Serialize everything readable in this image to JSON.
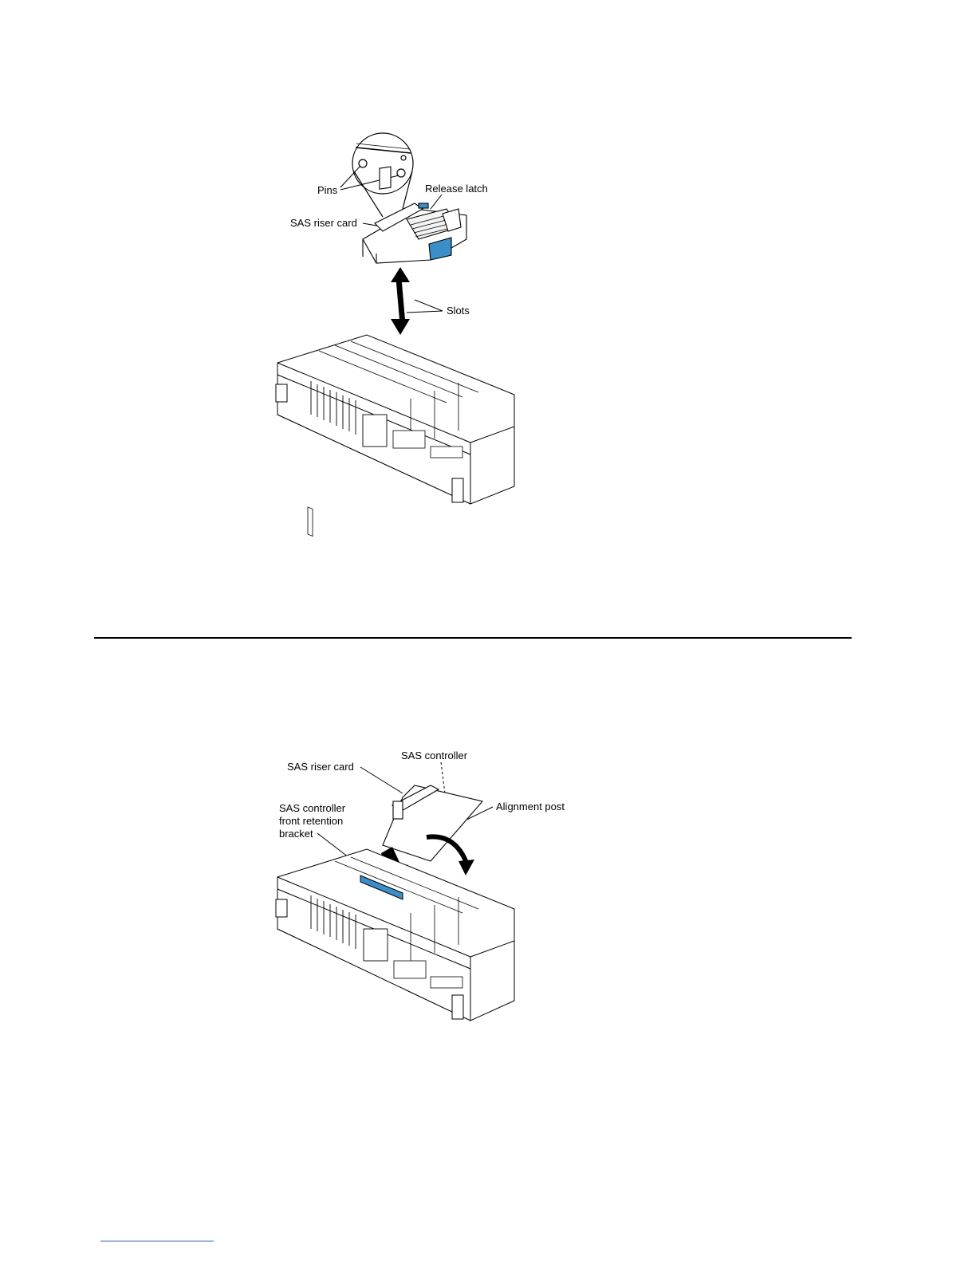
{
  "figure1": {
    "labels": {
      "pins": "Pins",
      "release_latch": "Release latch",
      "riser_card": "SAS riser card",
      "slots": "Slots"
    }
  },
  "figure2": {
    "labels": {
      "sas_controller": "SAS controller",
      "riser_card": "SAS riser card",
      "alignment_post": "Alignment post",
      "bracket_line1": "SAS controller",
      "bracket_line2": "front retention",
      "bracket_line3": "bracket"
    }
  },
  "colors": {
    "accent_blue": "#3a8fc9",
    "line": "#000000",
    "link": "#2a5db0"
  }
}
